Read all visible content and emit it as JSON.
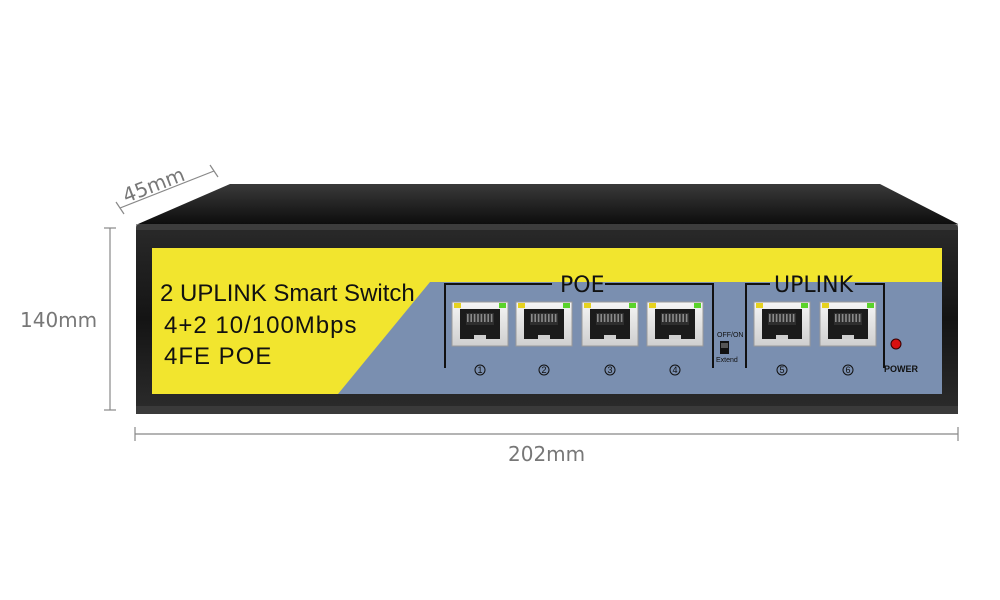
{
  "dimensions": {
    "depth": "45mm",
    "height": "140mm",
    "width": "202mm"
  },
  "panel": {
    "line1": "2 UPLINK Smart Switch",
    "line2": "4+2 10/100Mbps",
    "line3": "4FE POE"
  },
  "poe_group": {
    "label": "POE",
    "ports": [
      "1",
      "2",
      "3",
      "4"
    ]
  },
  "uplink_group": {
    "label": "UPLINK",
    "ports": [
      "5",
      "6"
    ]
  },
  "switch": {
    "label_top": "OFF/ON",
    "label_bottom": "Extend"
  },
  "power_label": "POWER",
  "colors": {
    "panel_yellow": "#f2e52e",
    "panel_blue": "#7a8fb0",
    "chassis": "#1a1a1a",
    "led_green": "#5ad32a",
    "led_yellow": "#e6d21f",
    "power_led": "#d81010"
  }
}
